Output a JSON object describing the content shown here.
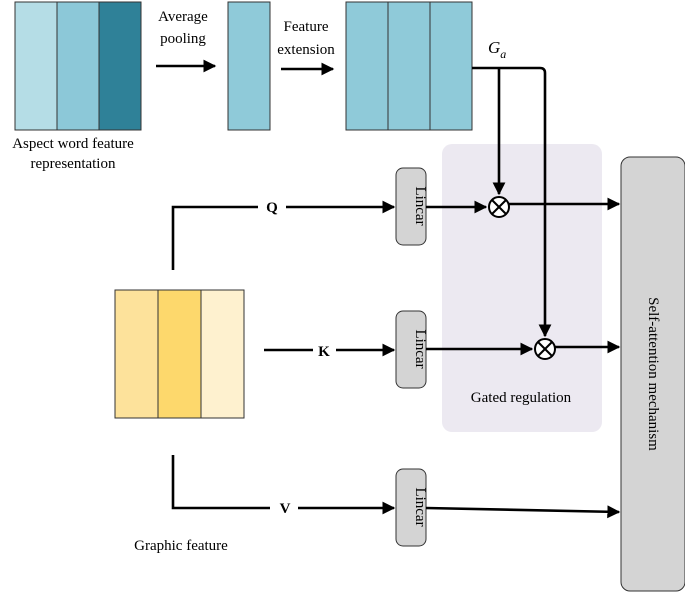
{
  "aspect_feature": {
    "label_line1": "Aspect word feature",
    "label_line2": "representation"
  },
  "average_pooling": {
    "line1": "Average",
    "line2": "pooling"
  },
  "feature_extension": {
    "line1": "Feature",
    "line2": "extension"
  },
  "gate_label": {
    "main": "G",
    "sub": "a"
  },
  "branches": {
    "q": "Q",
    "k": "K",
    "v": "V"
  },
  "linear_label": "Lincar",
  "gated_regulation": "Gated regulation",
  "graphic_feature": "Graphic feature",
  "self_attention": "Self-attention mechanism",
  "colors": {
    "aspect_columns": [
      "#b5dde6",
      "#8cc8d8",
      "#2f8198"
    ],
    "pooled": "#8fcad9",
    "extended": "#8fcad9",
    "graphic_columns": [
      "#fde29b",
      "#fdd86c",
      "#fef1cf"
    ],
    "gated_region": "#ece9f1",
    "linear_box": "#d4d4d4",
    "self_attention_box": "#d4d4d4"
  }
}
